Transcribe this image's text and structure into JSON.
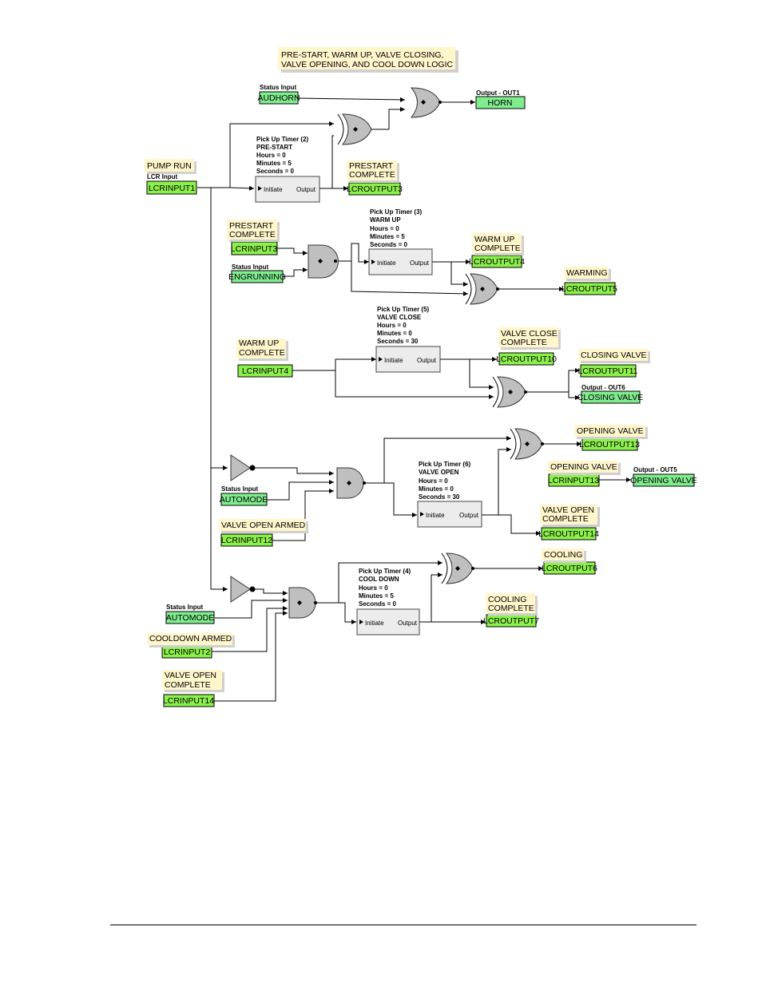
{
  "title": {
    "line1": "PRE-START, WARM UP, VALVE CLOSING,",
    "line2": "VALVE OPENING, AND COOL DOWN LOGIC"
  },
  "colors": {
    "io_green": "#8cf04c",
    "status_green": "#80ec8e",
    "note_bg": "#fff6cc",
    "gate_fill": "#bfbfbf",
    "timer_fill": "#ececec"
  },
  "headers": {
    "status_input": "Status Input",
    "lcr_input": "LCR Input",
    "output_out1": "Output - OUT1",
    "output_out6": "Output - OUT6",
    "output_out5": "Output - OUT5"
  },
  "io": {
    "audhorn": "AUDHORN",
    "horn": "HORN",
    "lcrinput1": "LCRINPUT1",
    "lcroutput3": "LCROUTPUT3",
    "lcrinput3": "LCRINPUT3",
    "engrunning": "ENGRUNNING",
    "lcroutput4": "LCROUTPUT4",
    "lcroutput5": "LCROUTPUT5",
    "lcrinput4": "LCRINPUT4",
    "lcroutput10": "LCROUTPUT10",
    "lcroutput11": "LCROUTPUT11",
    "closing_valve_out": "CLOSING VALVE",
    "lcroutput13": "LCROUTPUT13",
    "lcrinput13": "LCRINPUT13",
    "opening_valve_out": "OPENING VALVE",
    "automode1": "AUTOMODE",
    "lcrinput12": "LCRINPUT12",
    "lcroutput14": "LCROUTPUT14",
    "lcroutput6": "LCROUTPUT6",
    "automode2": "AUTOMODE",
    "lcroutput7": "LCROUTPUT7",
    "lcrinput2": "LCRINPUT2",
    "lcrinput14": "LCRINPUT14"
  },
  "notes": {
    "pump_run": "PUMP RUN",
    "prestart_complete_out_1": "PRESTART",
    "prestart_complete_out_2": "COMPLETE",
    "prestart_complete_in_1": "PRESTART",
    "prestart_complete_in_2": "COMPLETE",
    "warm_up_complete_out_1": "WARM UP",
    "warm_up_complete_out_2": "COMPLETE",
    "warming": "WARMING",
    "warm_up_complete_in_1": "WARM UP",
    "warm_up_complete_in_2": "COMPLETE",
    "valve_close_complete_1": "VALVE CLOSE",
    "valve_close_complete_2": "COMPLETE",
    "closing_valve": "CLOSING VALVE",
    "opening_valve_1": "OPENING VALVE",
    "opening_valve_2": "OPENING VALVE",
    "valve_open_armed": "VALVE OPEN ARMED",
    "valve_open_complete_out_1": "VALVE OPEN",
    "valve_open_complete_out_2": "COMPLETE",
    "cooling": "COOLING",
    "cooling_complete_1": "COOLING",
    "cooling_complete_2": "COMPLETE",
    "cooldown_armed": "COOLDOWN ARMED",
    "valve_open_complete_in_1": "VALVE OPEN",
    "valve_open_complete_in_2": "COMPLETE"
  },
  "timers": {
    "t2": {
      "title": "Pick Up Timer (2)",
      "name": "PRE-START",
      "hours": "Hours = 0",
      "minutes": "Minutes = 5",
      "seconds": "Seconds = 0",
      "initiate": "Initiate",
      "output": "Output"
    },
    "t3": {
      "title": "Pick Up Timer (3)",
      "name": "WARM UP",
      "hours": "Hours = 0",
      "minutes": "Minutes = 5",
      "seconds": "Seconds = 0",
      "initiate": "Initiate",
      "output": "Output"
    },
    "t5": {
      "title": "Pick Up Timer (5)",
      "name": "VALVE CLOSE",
      "hours": "Hours = 0",
      "minutes": "Minutes = 0",
      "seconds": "Seconds = 30",
      "initiate": "Initiate",
      "output": "Output"
    },
    "t6": {
      "title": "Pick Up Timer (6)",
      "name": "VALVE OPEN",
      "hours": "Hours = 0",
      "minutes": "Minutes = 0",
      "seconds": "Seconds = 30",
      "initiate": "Initiate",
      "output": "Output"
    },
    "t4": {
      "title": "Pick Up Timer (4)",
      "name": "COOL DOWN",
      "hours": "Hours = 0",
      "minutes": "Minutes = 5",
      "seconds": "Seconds = 0",
      "initiate": "Initiate",
      "output": "Output"
    }
  }
}
